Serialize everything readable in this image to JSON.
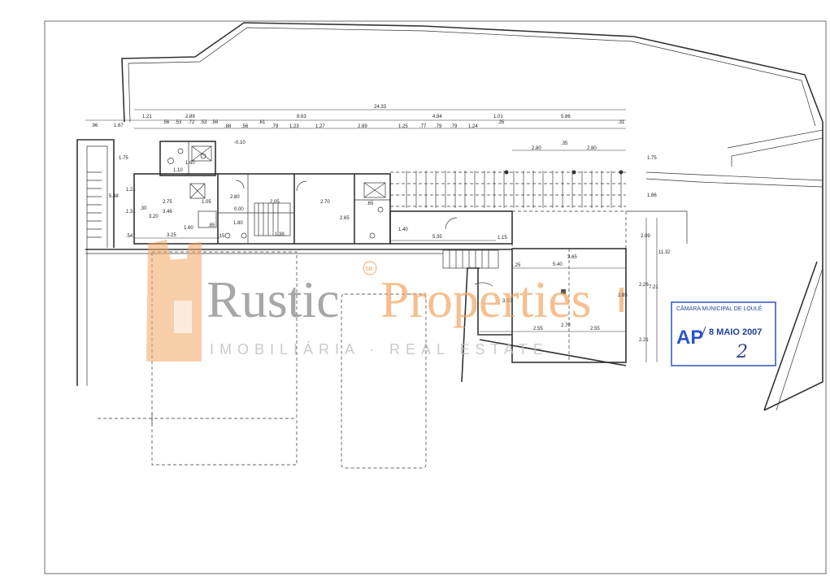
{
  "drawing": {
    "top_dimensions": {
      "overall": "24.33",
      "row1": [
        ".96",
        "1.67",
        "1.21",
        "2.89",
        "8.63",
        "4.84",
        "1.01",
        "5.86"
      ],
      "row2": [
        ".56",
        ".53",
        ".72",
        ".53",
        ".56",
        ".88",
        ".56",
        ".61",
        ".79",
        "1.23",
        "1.27",
        "2.89",
        "1.25",
        ".77",
        ".79",
        ".79",
        "1.24",
        ".35",
        ".31"
      ],
      "row3": [
        "2.80",
        ".35",
        "2.80"
      ]
    },
    "level_marks": [
      "-0.10",
      "0.00"
    ],
    "interior_dimensions": [
      "1.75",
      "5.48",
      "1.21",
      "1.31",
      ".54",
      "3.20",
      "3.46",
      "2.75",
      "1.05",
      "2.80",
      "2.05",
      "2.70",
      "2.65",
      "1.60",
      "3.25",
      "1.80",
      "1.40",
      "1.10",
      "1.60",
      ".65",
      ".85",
      "1.38",
      "5.35",
      "2.09",
      "11.32",
      "1.15",
      "5.40",
      "3.65",
      "2.85",
      "2.55",
      "2.55",
      "2.70",
      "2.21",
      "7.21",
      "2.26",
      "1.86",
      "1.75",
      "3.60",
      ".25",
      ".15",
      ".30"
    ]
  },
  "watermark": {
    "brand_a": "Rustic",
    "brand_b": "Properties",
    "sb_badge": "SB",
    "tagline": "IMOBILIÁRIA · REAL ESTATE"
  },
  "stamp": {
    "authority": "CÂMARA MUNICIPAL DE LOULÉ",
    "code": "AP",
    "date": "8 MAIO 2007",
    "signature": "2"
  },
  "colors": {
    "line": "#333333",
    "watermark_grey": "#8a8a8a",
    "watermark_orange": "#f3a561",
    "stamp_blue": "#1f3f9a"
  }
}
